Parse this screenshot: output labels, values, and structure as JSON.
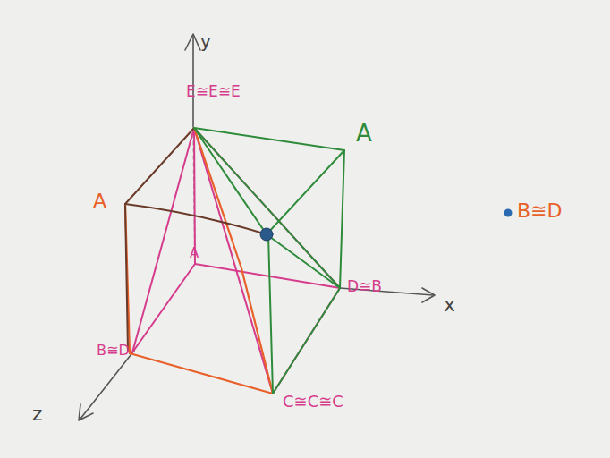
{
  "diagram": {
    "labels": [
      "y",
      "E≅E≅E",
      "A",
      "A",
      "A",
      "D≅B",
      "x",
      "B≅D",
      "C≅C≅C",
      "z",
      "B≅D"
    ]
  }
}
